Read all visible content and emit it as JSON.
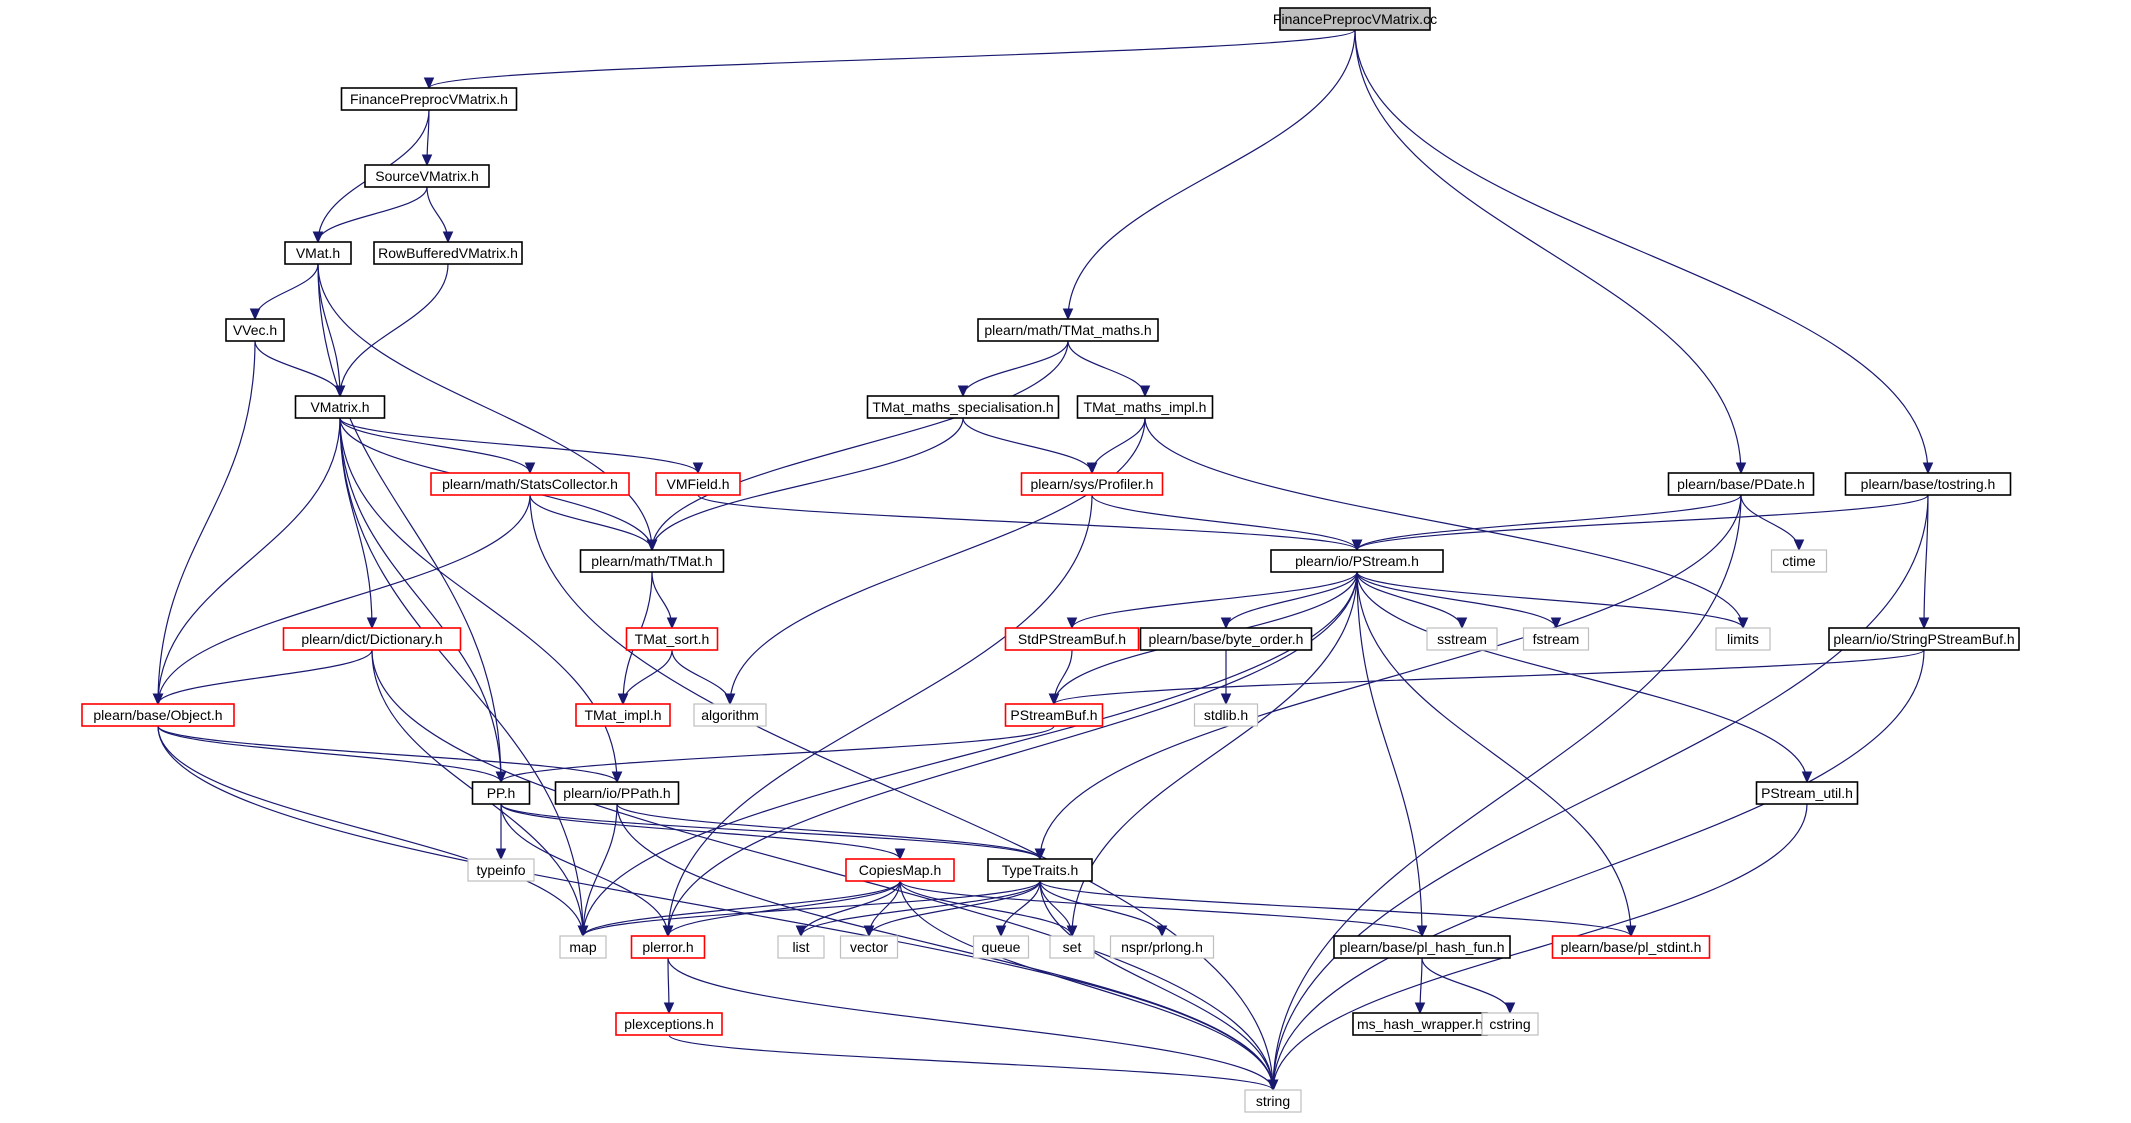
{
  "diagram": {
    "nodes": [
      {
        "id": "root",
        "label": "FinancePreprocVMatrix.cc",
        "style": "root"
      },
      {
        "id": "fpvm",
        "label": "FinancePreprocVMatrix.h",
        "style": "black"
      },
      {
        "id": "svm",
        "label": "SourceVMatrix.h",
        "style": "black"
      },
      {
        "id": "vmat",
        "label": "VMat.h",
        "style": "black"
      },
      {
        "id": "rbvm",
        "label": "RowBufferedVMatrix.h",
        "style": "black"
      },
      {
        "id": "vvec",
        "label": "VVec.h",
        "style": "black"
      },
      {
        "id": "vmatrix",
        "label": "VMatrix.h",
        "style": "black"
      },
      {
        "id": "tmaths",
        "label": "plearn/math/TMat_maths.h",
        "style": "black"
      },
      {
        "id": "tmspec",
        "label": "TMat_maths_specialisation.h",
        "style": "black"
      },
      {
        "id": "tmimpl",
        "label": "TMat_maths_impl.h",
        "style": "black"
      },
      {
        "id": "stats",
        "label": "plearn/math/StatsCollector.h",
        "style": "red"
      },
      {
        "id": "vmfield",
        "label": "VMField.h",
        "style": "red"
      },
      {
        "id": "profiler",
        "label": "plearn/sys/Profiler.h",
        "style": "red"
      },
      {
        "id": "pdate",
        "label": "plearn/base/PDate.h",
        "style": "black"
      },
      {
        "id": "tostring",
        "label": "plearn/base/tostring.h",
        "style": "black"
      },
      {
        "id": "tmat",
        "label": "plearn/math/TMat.h",
        "style": "black"
      },
      {
        "id": "pstream",
        "label": "plearn/io/PStream.h",
        "style": "black"
      },
      {
        "id": "ctime",
        "label": "ctime",
        "style": "gray"
      },
      {
        "id": "dict",
        "label": "plearn/dict/Dictionary.h",
        "style": "red"
      },
      {
        "id": "tsort",
        "label": "TMat_sort.h",
        "style": "red"
      },
      {
        "id": "stdpsb",
        "label": "StdPStreamBuf.h",
        "style": "red"
      },
      {
        "id": "byteorder",
        "label": "plearn/base/byte_order.h",
        "style": "black"
      },
      {
        "id": "sstream",
        "label": "sstream",
        "style": "gray"
      },
      {
        "id": "fstream",
        "label": "fstream",
        "style": "gray"
      },
      {
        "id": "limits",
        "label": "limits",
        "style": "gray"
      },
      {
        "id": "strpsb",
        "label": "plearn/io/StringPStreamBuf.h",
        "style": "black"
      },
      {
        "id": "object",
        "label": "plearn/base/Object.h",
        "style": "red"
      },
      {
        "id": "timpl",
        "label": "TMat_impl.h",
        "style": "red"
      },
      {
        "id": "algorithm",
        "label": "algorithm",
        "style": "gray"
      },
      {
        "id": "psb",
        "label": "PStreamBuf.h",
        "style": "red"
      },
      {
        "id": "stdlib",
        "label": "stdlib.h",
        "style": "gray"
      },
      {
        "id": "pp",
        "label": "PP.h",
        "style": "black"
      },
      {
        "id": "ppath",
        "label": "plearn/io/PPath.h",
        "style": "black"
      },
      {
        "id": "psutil",
        "label": "PStream_util.h",
        "style": "black"
      },
      {
        "id": "typeinfo",
        "label": "typeinfo",
        "style": "gray"
      },
      {
        "id": "copies",
        "label": "CopiesMap.h",
        "style": "red"
      },
      {
        "id": "ttraits",
        "label": "TypeTraits.h",
        "style": "black"
      },
      {
        "id": "map",
        "label": "map",
        "style": "gray"
      },
      {
        "id": "plerror",
        "label": "plerror.h",
        "style": "red"
      },
      {
        "id": "list",
        "label": "list",
        "style": "gray"
      },
      {
        "id": "vector",
        "label": "vector",
        "style": "gray"
      },
      {
        "id": "queue",
        "label": "queue",
        "style": "gray"
      },
      {
        "id": "set",
        "label": "set",
        "style": "gray"
      },
      {
        "id": "prlong",
        "label": "nspr/prlong.h",
        "style": "gray"
      },
      {
        "id": "hashfun",
        "label": "plearn/base/pl_hash_fun.h",
        "style": "black"
      },
      {
        "id": "stdint",
        "label": "plearn/base/pl_stdint.h",
        "style": "red"
      },
      {
        "id": "plexc",
        "label": "plexceptions.h",
        "style": "red"
      },
      {
        "id": "mshash",
        "label": "ms_hash_wrapper.h",
        "style": "black"
      },
      {
        "id": "cstring",
        "label": "cstring",
        "style": "gray"
      },
      {
        "id": "string",
        "label": "string",
        "style": "gray"
      }
    ],
    "edges": [
      [
        "root",
        "fpvm"
      ],
      [
        "root",
        "tmaths"
      ],
      [
        "root",
        "pdate"
      ],
      [
        "root",
        "tostring"
      ],
      [
        "fpvm",
        "svm"
      ],
      [
        "fpvm",
        "vmat"
      ],
      [
        "svm",
        "vmat"
      ],
      [
        "svm",
        "rbvm"
      ],
      [
        "vmat",
        "vvec"
      ],
      [
        "vmat",
        "vmatrix"
      ],
      [
        "vmat",
        "tmat"
      ],
      [
        "vmat",
        "pp"
      ],
      [
        "rbvm",
        "vmatrix"
      ],
      [
        "vvec",
        "vmatrix"
      ],
      [
        "vvec",
        "object"
      ],
      [
        "vmatrix",
        "stats"
      ],
      [
        "vmatrix",
        "vmfield"
      ],
      [
        "vmatrix",
        "tmat"
      ],
      [
        "vmatrix",
        "dict"
      ],
      [
        "vmatrix",
        "object"
      ],
      [
        "vmatrix",
        "pp"
      ],
      [
        "vmatrix",
        "ppath"
      ],
      [
        "vmatrix",
        "map"
      ],
      [
        "tmaths",
        "tmspec"
      ],
      [
        "tmaths",
        "tmimpl"
      ],
      [
        "tmaths",
        "tmat"
      ],
      [
        "tmspec",
        "profiler"
      ],
      [
        "tmspec",
        "tmat"
      ],
      [
        "tmimpl",
        "profiler"
      ],
      [
        "tmimpl",
        "algorithm"
      ],
      [
        "tmimpl",
        "limits"
      ],
      [
        "stats",
        "tmat"
      ],
      [
        "stats",
        "object"
      ],
      [
        "stats",
        "string"
      ],
      [
        "vmfield",
        "pstream"
      ],
      [
        "profiler",
        "pstream"
      ],
      [
        "profiler",
        "plerror"
      ],
      [
        "pdate",
        "pstream"
      ],
      [
        "pdate",
        "ctime"
      ],
      [
        "pdate",
        "ttraits"
      ],
      [
        "pdate",
        "string"
      ],
      [
        "tostring",
        "pstream"
      ],
      [
        "tostring",
        "strpsb"
      ],
      [
        "tostring",
        "string"
      ],
      [
        "tmat",
        "tsort"
      ],
      [
        "tmat",
        "timpl"
      ],
      [
        "tsort",
        "timpl"
      ],
      [
        "tsort",
        "algorithm"
      ],
      [
        "dict",
        "object"
      ],
      [
        "dict",
        "map"
      ],
      [
        "dict",
        "string"
      ],
      [
        "pstream",
        "stdpsb"
      ],
      [
        "pstream",
        "byteorder"
      ],
      [
        "pstream",
        "sstream"
      ],
      [
        "pstream",
        "fstream"
      ],
      [
        "pstream",
        "limits"
      ],
      [
        "pstream",
        "psb"
      ],
      [
        "pstream",
        "psutil"
      ],
      [
        "pstream",
        "map"
      ],
      [
        "pstream",
        "plerror"
      ],
      [
        "pstream",
        "set"
      ],
      [
        "pstream",
        "hashfun"
      ],
      [
        "pstream",
        "stdint"
      ],
      [
        "stdpsb",
        "psb"
      ],
      [
        "byteorder",
        "stdlib"
      ],
      [
        "strpsb",
        "psb"
      ],
      [
        "strpsb",
        "string"
      ],
      [
        "object",
        "pp"
      ],
      [
        "object",
        "ppath"
      ],
      [
        "object",
        "map"
      ],
      [
        "object",
        "string"
      ],
      [
        "psb",
        "pp"
      ],
      [
        "pp",
        "typeinfo"
      ],
      [
        "pp",
        "copies"
      ],
      [
        "pp",
        "ttraits"
      ],
      [
        "pp",
        "plerror"
      ],
      [
        "ppath",
        "map"
      ],
      [
        "ppath",
        "ttraits"
      ],
      [
        "ppath",
        "string"
      ],
      [
        "psutil",
        "string"
      ],
      [
        "copies",
        "map"
      ],
      [
        "copies",
        "plerror"
      ],
      [
        "copies",
        "list"
      ],
      [
        "copies",
        "vector"
      ],
      [
        "copies",
        "set"
      ],
      [
        "copies",
        "hashfun"
      ],
      [
        "copies",
        "string"
      ],
      [
        "ttraits",
        "map"
      ],
      [
        "ttraits",
        "list"
      ],
      [
        "ttraits",
        "vector"
      ],
      [
        "ttraits",
        "queue"
      ],
      [
        "ttraits",
        "set"
      ],
      [
        "ttraits",
        "prlong"
      ],
      [
        "ttraits",
        "stdint"
      ],
      [
        "ttraits",
        "string"
      ],
      [
        "plerror",
        "plexc"
      ],
      [
        "plerror",
        "string"
      ],
      [
        "plexc",
        "string"
      ],
      [
        "hashfun",
        "mshash"
      ],
      [
        "hashfun",
        "cstring"
      ]
    ],
    "colors": {
      "edge": "#191970",
      "root_fill": "#bfbfbf",
      "black_border": "#000000",
      "red_border": "#ff0000",
      "gray_border": "#bfbfbf"
    }
  }
}
